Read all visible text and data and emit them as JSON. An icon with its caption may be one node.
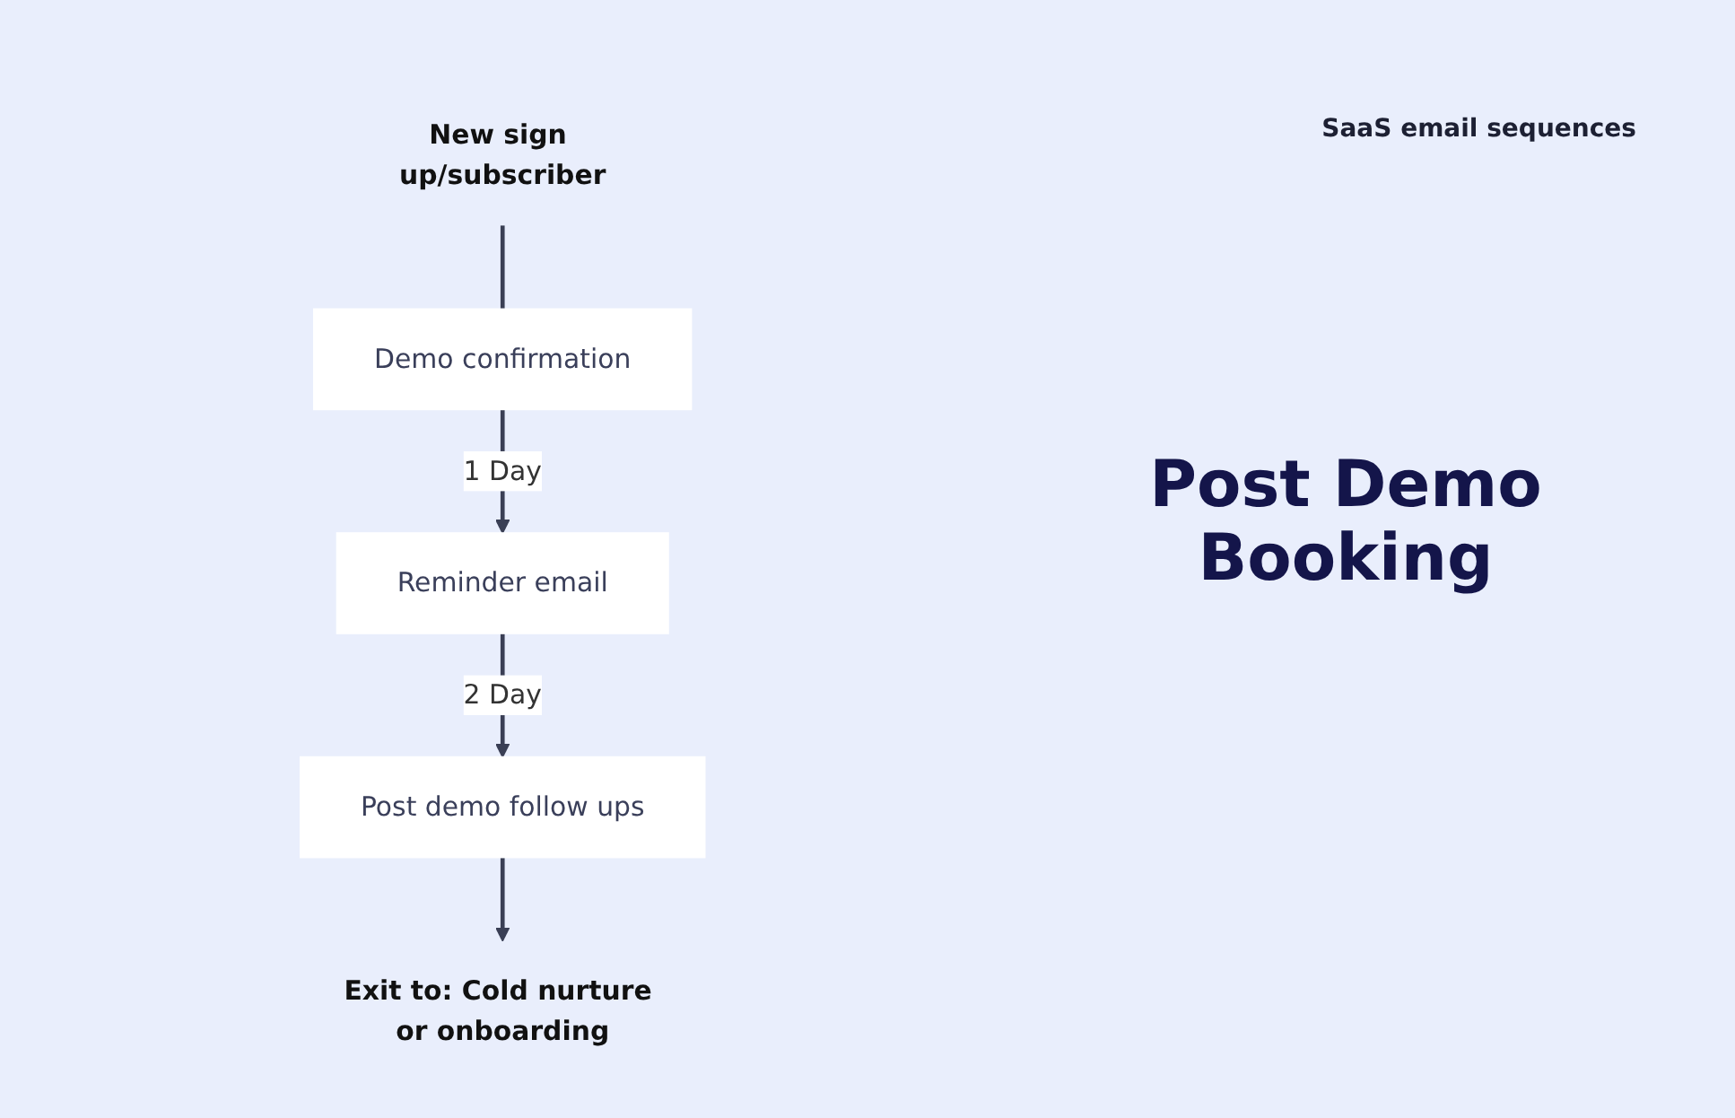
{
  "diagram": {
    "title": "Post Demo Booking",
    "nodes": [
      {
        "text": [
          "New sign up/subscriber"
        ]
      },
      {
        "text": [
          "Demo confirmation"
        ]
      },
      {
        "text": [
          "Reminder email"
        ]
      },
      {
        "text": [
          "Post demo follow ups"
        ]
      },
      {
        "text": [
          "Exit to: Cold nurture or onboarding"
        ]
      }
    ],
    "edges": [
      {
        "from": 0,
        "to": 1,
        "arrow": "none"
      },
      {
        "from": 1,
        "to": 2,
        "label": "1 Day",
        "arrow": "to"
      },
      {
        "from": 2,
        "to": 3,
        "label": "2 Day",
        "arrow": "to"
      },
      {
        "from": 3,
        "to": 4,
        "arrow": "to"
      }
    ],
    "labels": [
      "SaaS email sequences"
    ]
  }
}
